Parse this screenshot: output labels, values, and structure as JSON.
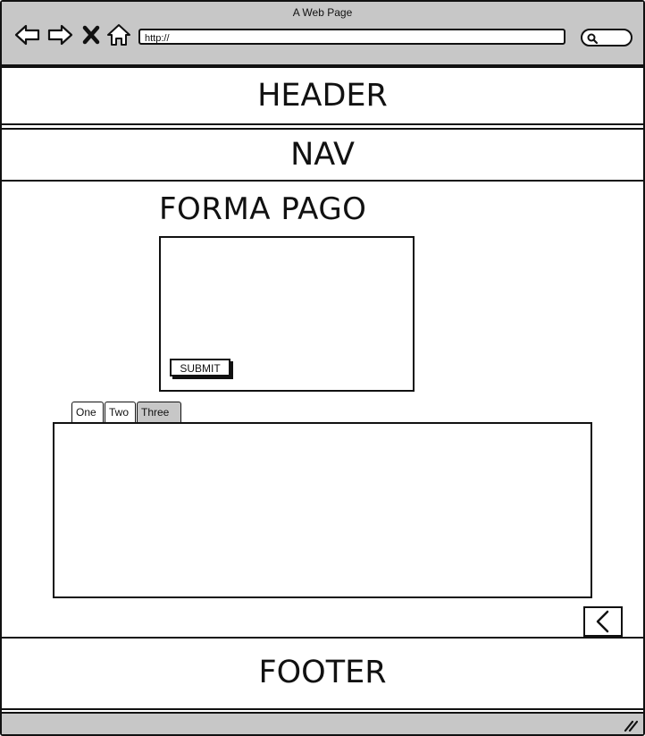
{
  "browser": {
    "title": "A Web Page",
    "url": "http://",
    "icons": [
      "back-arrow-icon",
      "forward-arrow-icon",
      "close-icon",
      "home-icon",
      "search-icon"
    ]
  },
  "header": {
    "label": "HEADER"
  },
  "nav": {
    "label": "NAV"
  },
  "main": {
    "form_title": "FORMA PAGO",
    "submit_label": "SUBMIT",
    "tabs": [
      {
        "label": "One"
      },
      {
        "label": "Two"
      },
      {
        "label": "Three"
      }
    ],
    "active_tab": "Three"
  },
  "footer": {
    "label": "FOOTER"
  },
  "colors": {
    "chrome": "#c7c7c7",
    "ink": "#111111",
    "paper": "#ffffff"
  }
}
